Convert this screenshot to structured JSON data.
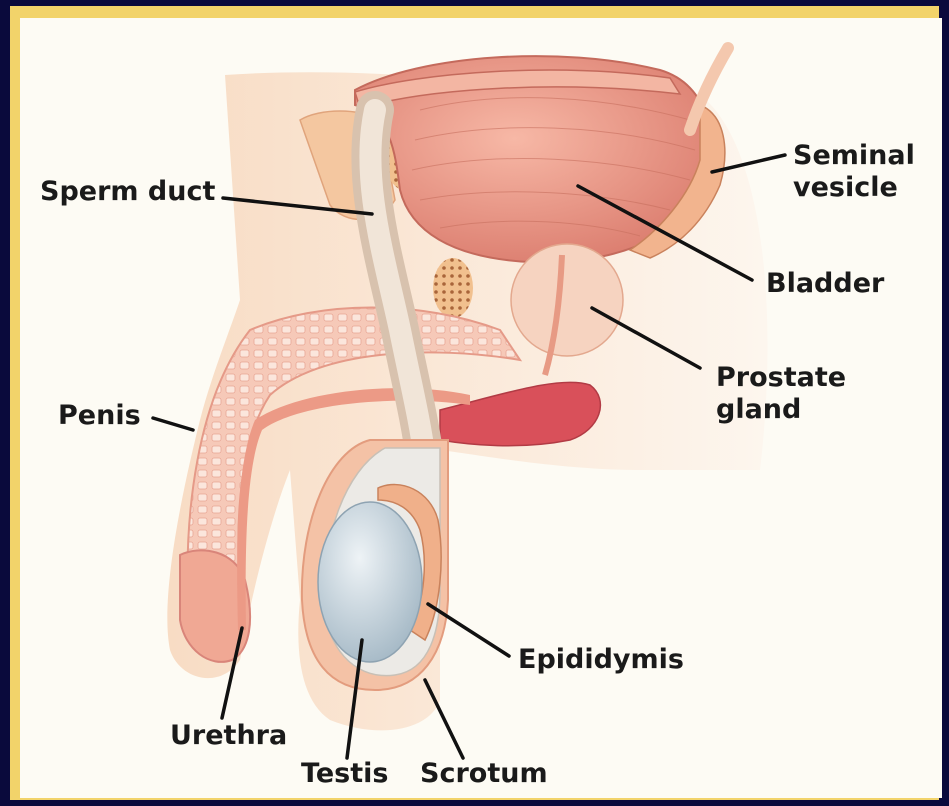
{
  "labels": {
    "sperm_duct": "Sperm duct",
    "seminal_vesicle_1": "Seminal",
    "seminal_vesicle_2": "vesicle",
    "bladder": "Bladder",
    "prostate_1": "Prostate",
    "prostate_2": "gland",
    "penis": "Penis",
    "epididymis": "Epididymis",
    "urethra": "Urethra",
    "testis": "Testis",
    "scrotum": "Scrotum"
  },
  "colors": {
    "background": "#0a0a3c",
    "frame": "#f2d36a",
    "panel": "#fdfbf4",
    "skin": "#f6cba8",
    "bladder": "#f0a08c",
    "tissue": "#f3b8a4",
    "testis": "#c9d6df",
    "duct": "#e9d6c4",
    "red_tissue": "#d9505a"
  }
}
